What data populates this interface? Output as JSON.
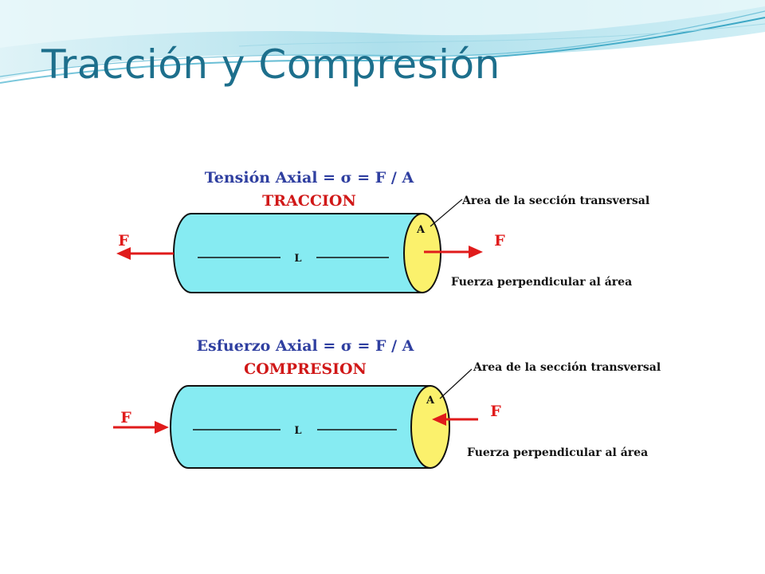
{
  "slide": {
    "title": "Tracción y Compresión"
  },
  "colors": {
    "title": "#1d6f8c",
    "cylinder_body": "#86ebf2",
    "cross_section": "#fbf16c",
    "force_arrow": "#e01b1b",
    "formula_text": "#2f3fa0",
    "mode_text": "#d01818"
  },
  "traccion": {
    "formula": "Tensión Axial = σ = F / A",
    "mode": "TRACCION",
    "area_label": "A",
    "length_label": "L",
    "force_left": "F",
    "force_right": "F",
    "area_callout": "Area de la sección transversal",
    "force_callout": "Fuerza perpendicular al área"
  },
  "compresion": {
    "formula": "Esfuerzo Axial = σ = F / A",
    "mode": "COMPRESION",
    "area_label": "A",
    "length_label": "L",
    "force_left": "F",
    "force_right": "F",
    "area_callout": "Area de la sección transversal",
    "force_callout": "Fuerza perpendicular al área"
  }
}
